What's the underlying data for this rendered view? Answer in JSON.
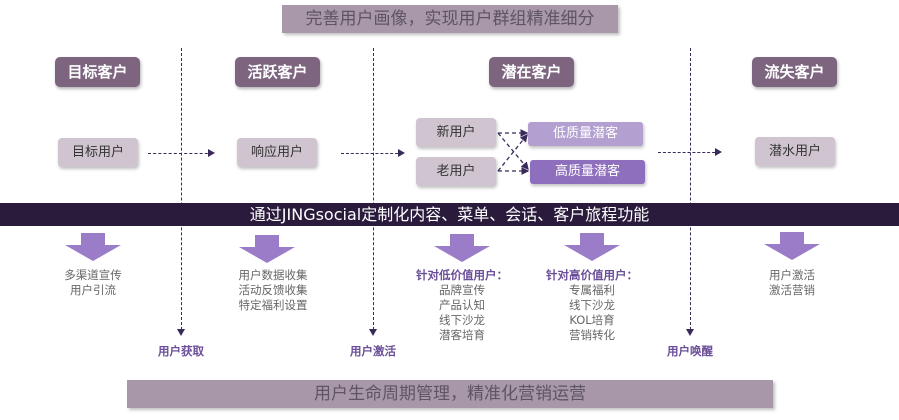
{
  "top_title": "完善用户画像，实现用户群组精准细分",
  "headers": [
    "目标客户",
    "活跃客户",
    "潜在客户",
    "流失客户"
  ],
  "boxes": {
    "target_user": "目标用户",
    "response_user": "响应用户",
    "new_user": "新用户",
    "old_user": "老用户",
    "low_quality": "低质量潜客",
    "high_quality": "高质量潜客",
    "dormant_user": "潜水用户"
  },
  "banner": "通过JINGsocial定制化内容、菜单、会话、客户旅程功能",
  "details": {
    "col1": [
      "多渠道宣传",
      "用户引流"
    ],
    "col2": [
      "用户数据收集",
      "活动反馈收集",
      "特定福利设置"
    ],
    "col3_title": "针对低价值用户：",
    "col3": [
      "品牌宣传",
      "产品认知",
      "线下沙龙",
      "潜客培育"
    ],
    "col4_title": "针对高价值用户：",
    "col4": [
      "专属福利",
      "线下沙龙",
      "KOL培育",
      "营销转化"
    ],
    "col5": [
      "用户激活",
      "激活营销"
    ]
  },
  "stages": [
    "用户获取",
    "用户激活",
    "用户唤醒"
  ],
  "bottom_title": "用户生命周期管理，精准化营销运营",
  "colors": {
    "header": "#7d6580",
    "box": "#cfc4d0",
    "low": "#b39fd0",
    "high": "#8e6fbd",
    "banner": "#2a1b3d",
    "arrow": "#9b7cc8"
  }
}
